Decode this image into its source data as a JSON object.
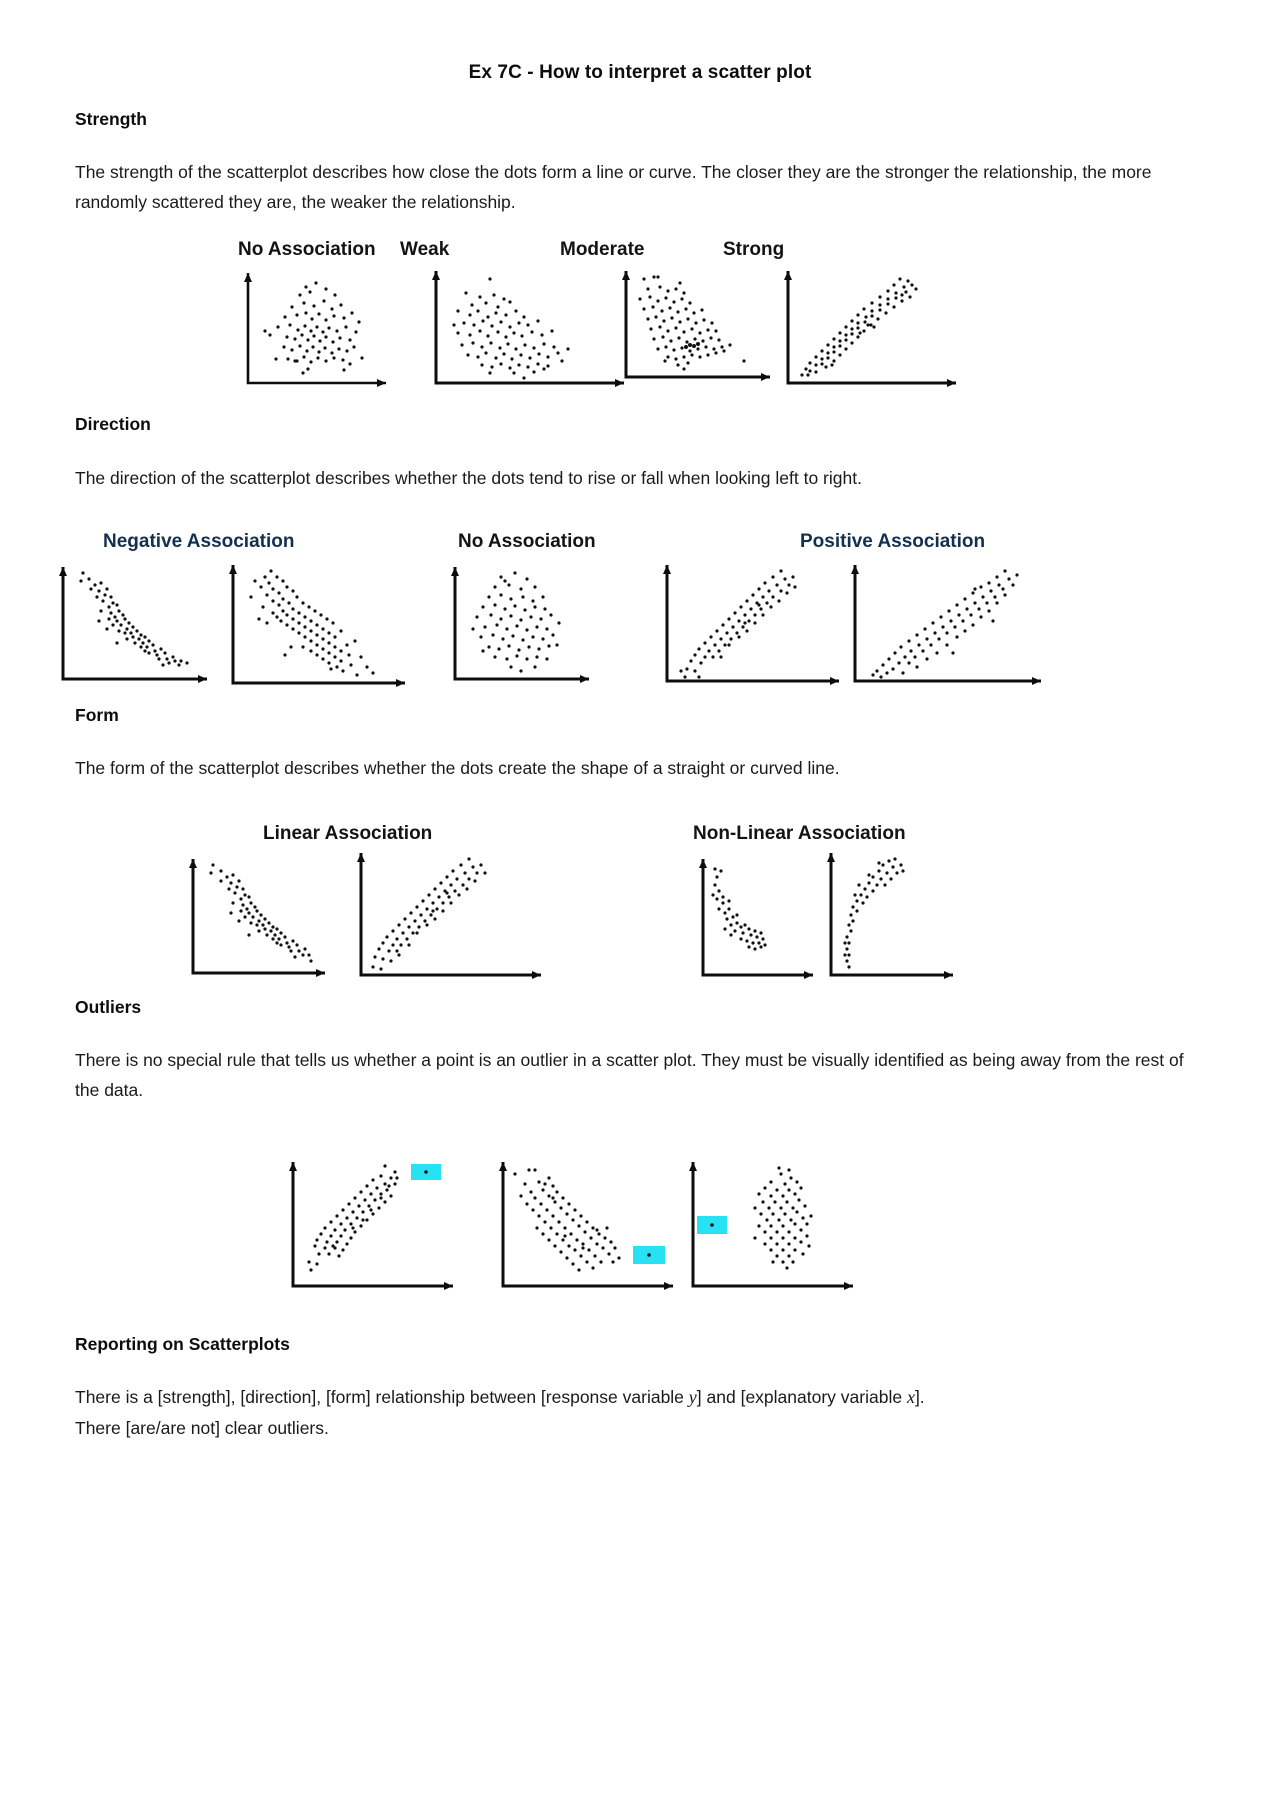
{
  "document": {
    "title": "Ex 7C - How to interpret a scatter plot"
  },
  "sections": {
    "strength": {
      "heading": "Strength",
      "paragraph": "The strength of the scatterplot describes how close the dots form a line or curve. The closer they are the stronger the relationship, the more randomly scattered they are, the weaker the relationship.",
      "labels": [
        "No Association",
        "Weak",
        "Moderate",
        "Strong"
      ]
    },
    "direction": {
      "heading": "Direction",
      "paragraph": "The direction of the scatterplot describes whether the dots tend to rise or fall when looking left to right.",
      "labels": [
        "Negative  Association",
        "No Association",
        "Positive  Association"
      ]
    },
    "form": {
      "heading": "Form",
      "paragraph": "The form of the scatterplot describes whether the dots create the shape of a straight or curved line.",
      "labels": [
        "Linear  Association",
        "Non-Linear  Association"
      ]
    },
    "outliers": {
      "heading": "Outliers",
      "paragraph": "There is no special rule that tells us whether a point is an outlier in a scatter plot. They must be visually identified as being away from the rest of the data."
    },
    "reporting": {
      "heading": "Reporting on Scatterplots",
      "sentence_part1": "There is a [strength], [direction], [form] relationship between [response variable ",
      "var_y": "y",
      "sentence_part2": "] and [explanatory variable ",
      "var_x": "x",
      "sentence_part3": "].",
      "sentence_line2": "There [are/are not] clear outliers."
    }
  },
  "colors": {
    "highlight": "#27e2f4",
    "axis": "#0d0d0d",
    "dot": "#111111",
    "text": "#1a1a1a"
  },
  "chart_data": {
    "type": "scatter",
    "title": "Ex 7C - How to interpret a scatter plot",
    "panels": [
      {
        "group": "strength",
        "label": "No Association",
        "correlation": 0.0,
        "direction": "none",
        "form": "none",
        "n_points": 80,
        "axes": {
          "x_arrow": true,
          "y_arrow": true,
          "ticks": false,
          "grid": false
        }
      },
      {
        "group": "strength",
        "label": "Weak",
        "correlation": -0.35,
        "direction": "negative",
        "form": "linear",
        "n_points": 90,
        "axes": {
          "x_arrow": true,
          "y_arrow": true,
          "ticks": false,
          "grid": false
        }
      },
      {
        "group": "strength",
        "label": "Moderate",
        "correlation": -0.7,
        "direction": "negative",
        "form": "linear",
        "n_points": 90,
        "axes": {
          "x_arrow": true,
          "y_arrow": true,
          "ticks": false,
          "grid": false
        }
      },
      {
        "group": "strength",
        "label": "Strong",
        "correlation": 0.95,
        "direction": "positive",
        "form": "linear",
        "n_points": 80,
        "axes": {
          "x_arrow": true,
          "y_arrow": true,
          "ticks": false,
          "grid": false
        }
      },
      {
        "group": "direction",
        "label": "Negative  Association",
        "correlation": -0.93,
        "direction": "negative",
        "form": "linear",
        "n_points": 85,
        "axes": {
          "x_arrow": true,
          "y_arrow": true,
          "ticks": false,
          "grid": false
        }
      },
      {
        "group": "direction",
        "label": "Negative  Association",
        "correlation": -0.8,
        "direction": "negative",
        "form": "linear",
        "n_points": 110,
        "axes": {
          "x_arrow": true,
          "y_arrow": true,
          "ticks": false,
          "grid": false
        }
      },
      {
        "group": "direction",
        "label": "No Association",
        "correlation": 0.0,
        "direction": "none",
        "form": "none",
        "n_points": 90,
        "axes": {
          "x_arrow": true,
          "y_arrow": true,
          "ticks": false,
          "grid": false
        }
      },
      {
        "group": "direction",
        "label": "Positive  Association",
        "correlation": 0.92,
        "direction": "positive",
        "form": "linear",
        "n_points": 100,
        "axes": {
          "x_arrow": true,
          "y_arrow": true,
          "ticks": false,
          "grid": false
        }
      },
      {
        "group": "direction",
        "label": "Positive  Association",
        "correlation": 0.85,
        "direction": "positive",
        "form": "linear",
        "n_points": 100,
        "axes": {
          "x_arrow": true,
          "y_arrow": true,
          "ticks": false,
          "grid": false
        }
      },
      {
        "group": "form",
        "label": "Linear  Association",
        "correlation": -0.93,
        "direction": "negative",
        "form": "linear",
        "n_points": 85,
        "axes": {
          "x_arrow": true,
          "y_arrow": true,
          "ticks": false,
          "grid": false
        }
      },
      {
        "group": "form",
        "label": "Linear  Association",
        "correlation": 0.9,
        "direction": "positive",
        "form": "linear",
        "n_points": 95,
        "axes": {
          "x_arrow": true,
          "y_arrow": true,
          "ticks": false,
          "grid": false
        }
      },
      {
        "group": "form",
        "label": "Non-Linear  Association",
        "correlation": -0.8,
        "direction": "negative",
        "form": "curved",
        "n_points": 40,
        "axes": {
          "x_arrow": true,
          "y_arrow": true,
          "ticks": false,
          "grid": false
        }
      },
      {
        "group": "form",
        "label": "Non-Linear  Association",
        "correlation": 0.8,
        "direction": "positive",
        "form": "curved",
        "n_points": 45,
        "axes": {
          "x_arrow": true,
          "y_arrow": true,
          "ticks": false,
          "grid": false
        }
      },
      {
        "group": "outliers",
        "label": "",
        "correlation": 0.85,
        "direction": "positive",
        "form": "linear",
        "n_points": 100,
        "outlier_highlight": {
          "position": "top-right",
          "color": "#27e2f4"
        },
        "axes": {
          "x_arrow": true,
          "y_arrow": true,
          "ticks": false,
          "grid": false
        }
      },
      {
        "group": "outliers",
        "label": "",
        "correlation": -0.8,
        "direction": "negative",
        "form": "linear",
        "n_points": 105,
        "outlier_highlight": {
          "position": "bottom-right",
          "color": "#27e2f4"
        },
        "axes": {
          "x_arrow": true,
          "y_arrow": true,
          "ticks": false,
          "grid": false
        }
      },
      {
        "group": "outliers",
        "label": "",
        "correlation": 0.0,
        "direction": "none",
        "form": "none",
        "n_points": 70,
        "outlier_highlight": {
          "position": "mid-left",
          "color": "#27e2f4"
        },
        "axes": {
          "x_arrow": true,
          "y_arrow": true,
          "ticks": false,
          "grid": false
        }
      }
    ]
  }
}
